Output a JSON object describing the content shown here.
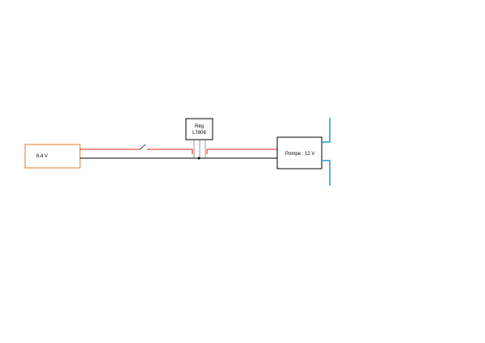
{
  "battery": {
    "label": "8,4 V",
    "border_color": "#e07b22"
  },
  "regulator": {
    "line1": "Rég",
    "line2": "L7806"
  },
  "pump": {
    "label": "Pompe : 12 V"
  },
  "colors": {
    "positive_wire": "#e41e1e",
    "ground_wire": "#000000",
    "outlet_pipe": "#1e9bd7",
    "component_border": "#000000"
  },
  "icons": {
    "switch": "switch-icon",
    "junction": "junction-dot-icon"
  }
}
